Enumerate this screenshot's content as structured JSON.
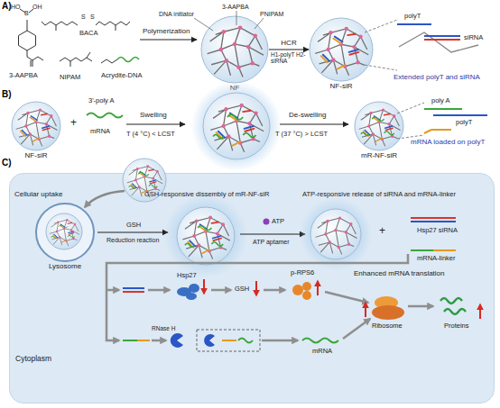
{
  "diagram": {
    "nodes": [
      {
        "text": [
          "NF"
        ]
      },
      {
        "text": [
          "NF-siR"
        ]
      },
      {
        "text": [
          "NF-siR"
        ]
      },
      {
        "text": [
          "mR-NF-siR"
        ]
      },
      {
        "text": [
          "Cytoplasm"
        ]
      },
      {
        "text": [
          "Lysosome"
        ],
        "in": 4
      }
    ],
    "edges": [
      {
        "from": 0,
        "to": 1,
        "label": "HCR",
        "arrow": "to"
      }
    ],
    "labels": [
      "A)",
      "HO",
      "B",
      "OH",
      "S",
      "S",
      "3-AAPBA",
      "BACA",
      "NIPAM",
      "Acrydite-DNA",
      "Polymerization",
      "DNA initiator",
      "3-AAPBA",
      "PNIPAM",
      "H1-polyT H2-siRNA",
      "polyT",
      "siRNA",
      "Extended polyT and siRNA",
      "B)",
      "+",
      "3'-poly A",
      "mRNA",
      "Swelling",
      "T (4 °C) < LCST",
      "De-swelling",
      "T (37 °C) > LCST",
      "poly A",
      "polyT",
      "mRNA loaded on polyT",
      "C)",
      "Cellular uptake",
      "GSH-responsive dissembly of mR-NF-siR",
      "ATP-responsive release of siRNA and mRNA-linker",
      "GSH",
      "Reduction reaction",
      "ATP",
      "ATP aptamer",
      "+",
      "Hsp27 siRNA",
      "mRNA-linker",
      "Hsp27",
      "GSH",
      "p-RPS6",
      "Enhanced mRNA translation",
      "Ribosome",
      "Proteins",
      "RNase H",
      "mRNA"
    ]
  }
}
